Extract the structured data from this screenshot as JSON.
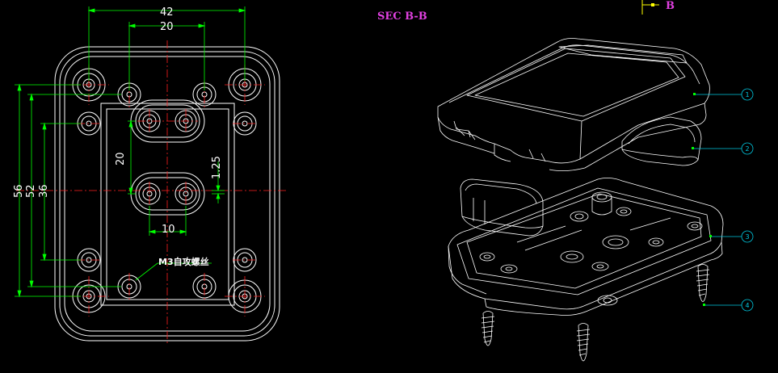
{
  "section_label": "SEC B-B",
  "section_marker": "B",
  "dimensions": {
    "width_outer": "42",
    "width_inner": "20",
    "height_56": "56",
    "height_52": "52",
    "height_36": "36",
    "slot_pitch": "20",
    "slot_spacing": "10",
    "slot_offset": "1.25"
  },
  "screw_note": "M3自攻螺丝",
  "balloons": [
    "1",
    "2",
    "3",
    "4"
  ],
  "colors": {
    "background": "#000000",
    "outline": "#ffffff",
    "dimension": "#00ff00",
    "center_line": "#ff2020",
    "label": "#e040e0",
    "balloon": "#00c8e0",
    "marker": "#ffff00"
  }
}
